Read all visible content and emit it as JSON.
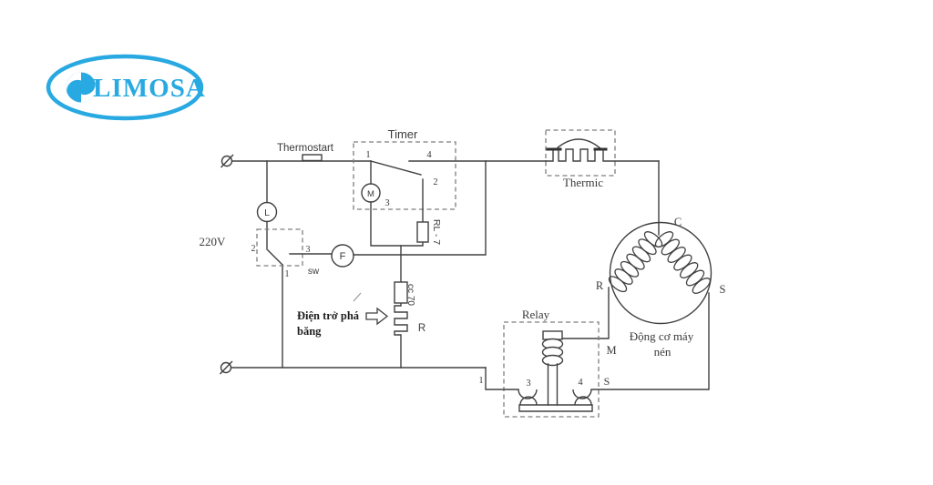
{
  "brand": {
    "name": "LIMOSA",
    "accent": "#29A9E1"
  },
  "power": {
    "voltage_label": "220V"
  },
  "icons": {
    "logo_swirl": "swirl-icon",
    "input_terminal": "phi-terminal-icon",
    "defrost_pointer": "arrow-right-icon"
  },
  "labels": {
    "thermostart": "Thermostart",
    "timer": "Timer",
    "timer_t1": "1",
    "timer_t4": "4",
    "timer_t2": "2",
    "timer_t3": "3",
    "timer_motor": "M",
    "rl7": "RL - 7",
    "thermic": "Thermic",
    "lamp": "L",
    "fan": "F",
    "sw": "sw",
    "sw_t2": "2",
    "sw_t3": "3",
    "sw_t1": "1",
    "fuse": "cc 70",
    "resistor": "R",
    "defrost_line1": "Điện trở phá",
    "defrost_line2": "băng",
    "relay": "Relay",
    "relay_t1": "1",
    "relay_t3": "3",
    "relay_t4": "4",
    "relay_s": "S",
    "relay_m": "M",
    "motor_c": "C",
    "motor_r": "R",
    "motor_s": "S",
    "motor_name_line1": "Động cơ máy",
    "motor_name_line2": "nén"
  }
}
